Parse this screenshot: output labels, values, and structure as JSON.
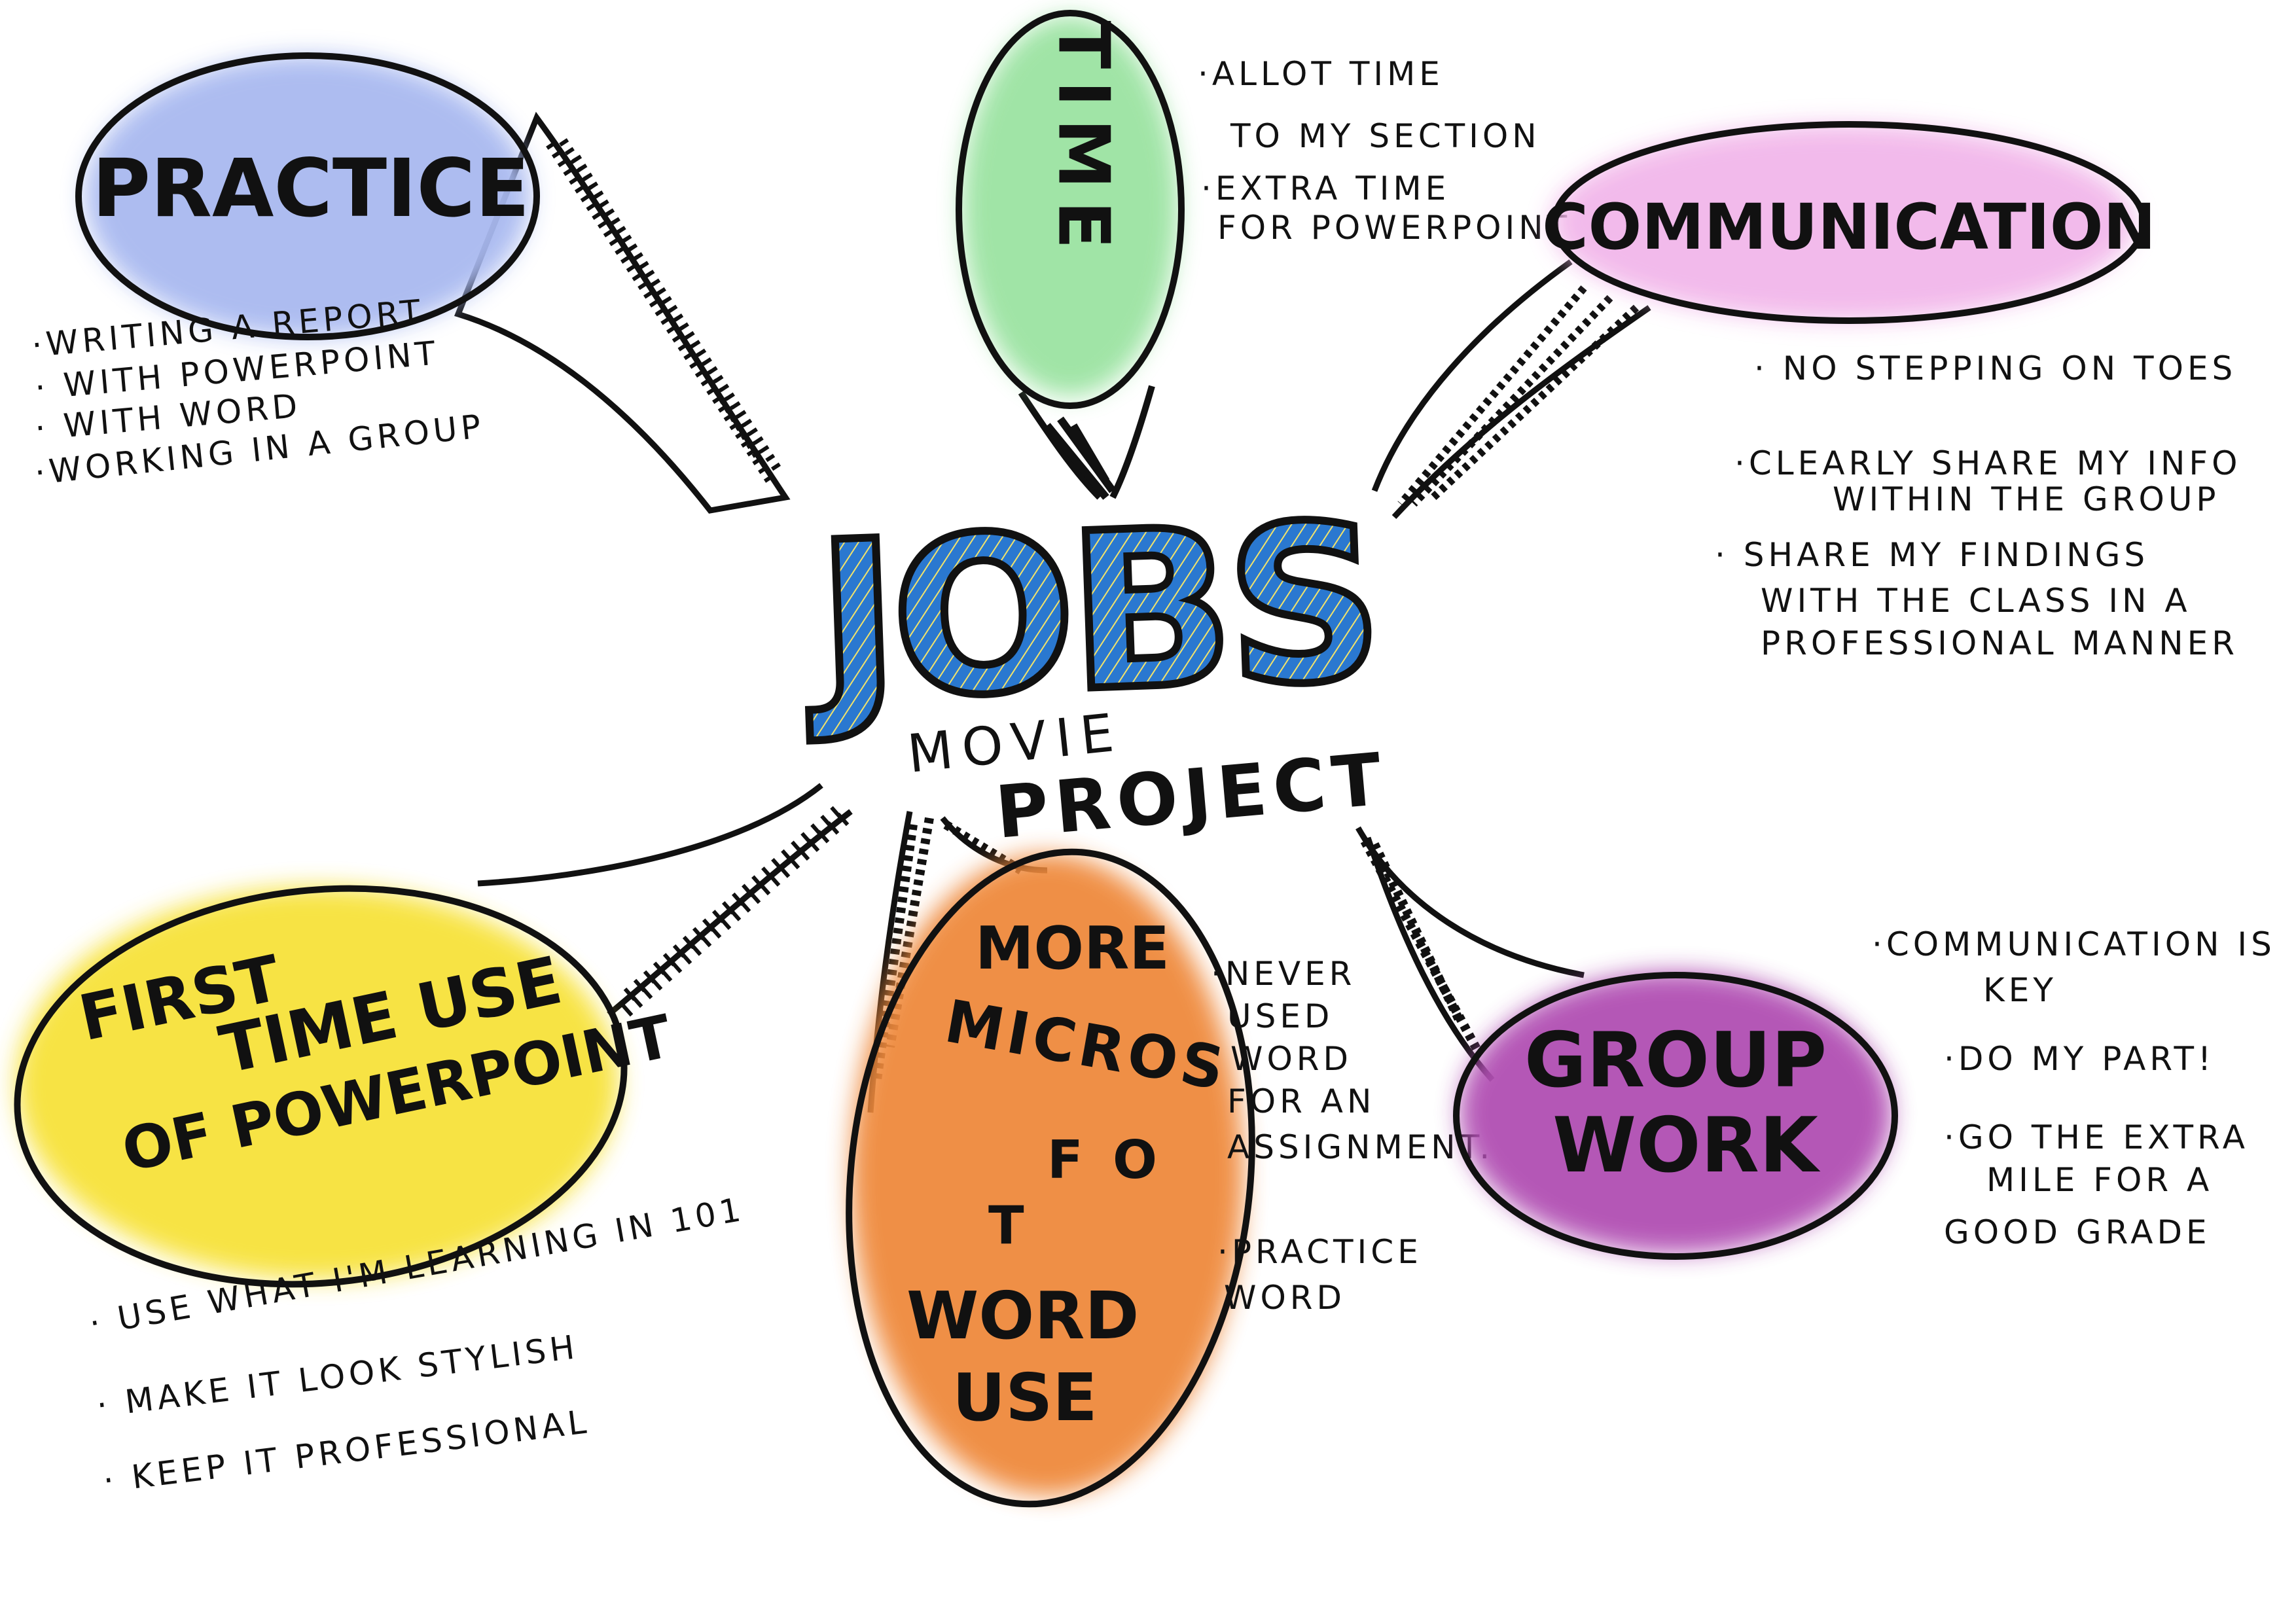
{
  "center": {
    "title": "JOBS",
    "subtitle_line1": "MOVIE",
    "subtitle_line2": "PROJECT"
  },
  "nodes": {
    "practice": {
      "title": "PRACTICE",
      "color": "#a9b9f0",
      "notes": [
        "·WRITING A REPORT",
        "· WITH POWERPOINT",
        "· WITH WORD",
        "·WORKING IN A GROUP"
      ]
    },
    "time": {
      "title": "TIME",
      "color": "#9be3a2",
      "notes": [
        "·ALLOT TIME",
        "TO MY SECTION",
        "·EXTRA TIME",
        "FOR POWERPOINT"
      ]
    },
    "communication": {
      "title": "COMMUNICATION",
      "color": "#f2b7ea",
      "notes": [
        "· NO STEPPING ON TOES",
        "·CLEARLY SHARE MY INFO",
        "WITHIN THE GROUP",
        "· SHARE MY FINDINGS",
        "WITH THE CLASS IN A",
        "PROFESSIONAL MANNER"
      ]
    },
    "powerpoint": {
      "title_line1": "FIRST",
      "title_line2": "TIME USE",
      "title_line3": "OF POWERPOINT",
      "color": "#f7e23a",
      "notes": [
        "· USE WHAT I'M LEARNING IN 101",
        "· MAKE IT LOOK STYLISH",
        "· KEEP IT PROFESSIONAL"
      ]
    },
    "word": {
      "title_line1": "MORE",
      "title_line2": "MICROS",
      "title_line3": "O",
      "title_line4": "F",
      "title_line5": "T",
      "title_line6": "WORD",
      "title_line7": "USE",
      "color": "#ef8a3e",
      "notes": [
        "·NEVER",
        "USED",
        "WORD",
        "FOR AN",
        "ASSIGNMENT.",
        "·PRACTICE",
        "WORD"
      ]
    },
    "groupwork": {
      "title_line1": "GROUP",
      "title_line2": "WORK",
      "color": "#b150b3",
      "notes": [
        "·COMMUNICATION IS",
        "KEY",
        "·DO MY PART!",
        "·GO THE EXTRA",
        "MILE FOR A",
        "GOOD GRADE"
      ]
    }
  },
  "colors": {
    "jobs_fill": "#2a78d0",
    "ink": "#111111"
  }
}
